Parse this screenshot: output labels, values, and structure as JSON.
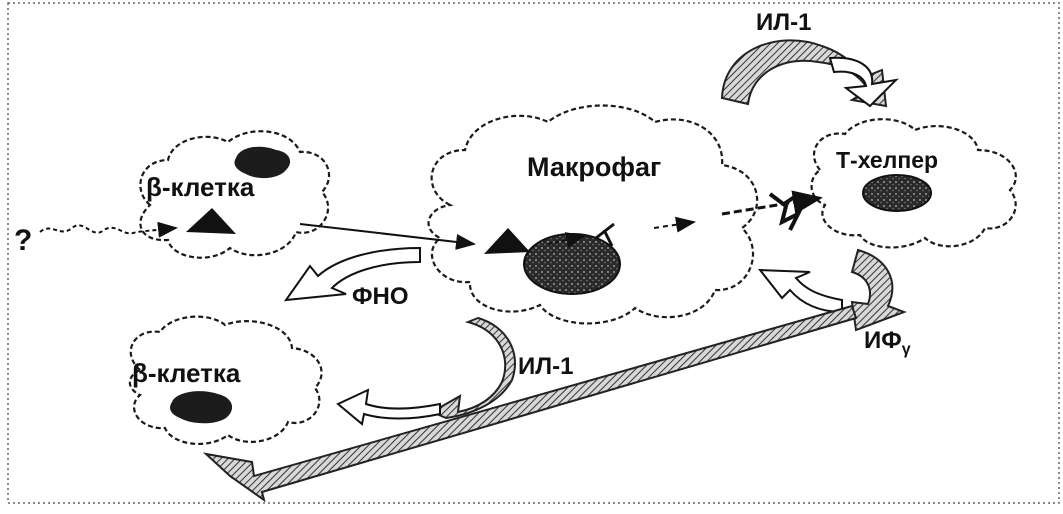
{
  "labels": {
    "beta_cell_top": "β-клетка",
    "macrophage": "Макрофаг",
    "t_helper": "Т-хелпер",
    "il1_top": "ИЛ-1",
    "tnf": "ФНО",
    "il1_bottom": "ИЛ-1",
    "interferon": "ИФ",
    "interferon_sub": "γ",
    "beta_cell_bottom": "β-клетка",
    "unknown_trigger": "?"
  }
}
